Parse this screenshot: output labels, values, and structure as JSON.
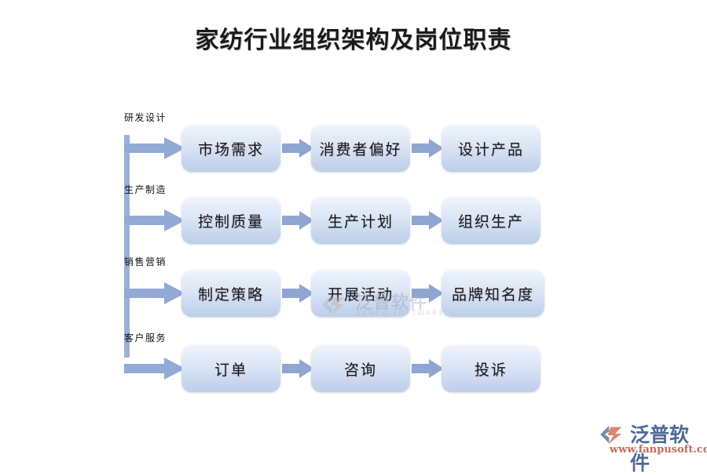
{
  "title": "家纺行业组织架构及岗位职责",
  "colors": {
    "arrow": "#93a9d6",
    "link_arrow": "#8fa6d3",
    "spine": "#9db0da",
    "node_top": "#f2f6fc",
    "node_bottom": "#bccee9",
    "title_text": "#1a1a1a",
    "brand_cn": "#4e6a97",
    "brand_url": "#c96a5a",
    "watermark": "#9aa8bc"
  },
  "rows": [
    {
      "stage_label": "研发设计",
      "nodes": [
        "市场需求",
        "消费者偏好",
        "设计产品"
      ]
    },
    {
      "stage_label": "生产制造",
      "nodes": [
        "控制质量",
        "生产计划",
        "组织生产"
      ]
    },
    {
      "stage_label": "销售营销",
      "nodes": [
        "制定策略",
        "开展活动",
        "品牌知名度"
      ]
    },
    {
      "stage_label": "客户服务",
      "nodes": [
        "订单",
        "咨询",
        "投诉"
      ]
    }
  ],
  "center_watermark": {
    "cn": "泛普软件",
    "en": "FANPU SOFTWARE"
  },
  "brand": {
    "cn": "泛普软件",
    "url": "www.fanpusoft.com"
  }
}
